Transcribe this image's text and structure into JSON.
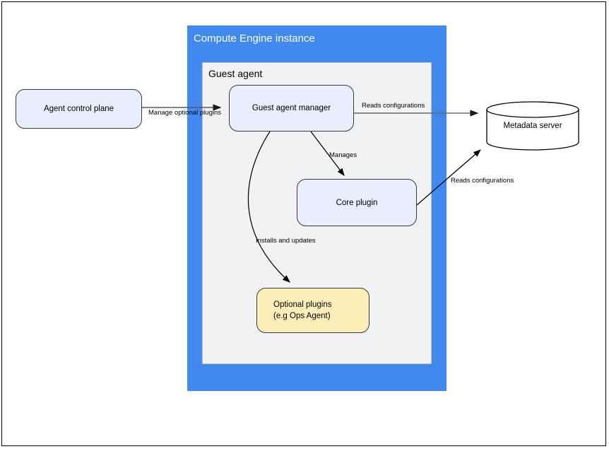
{
  "diagram": {
    "title_visible": false,
    "containers": [
      {
        "id": "compute-engine-instance",
        "label": "Compute Engine instance",
        "color": "#4189ef",
        "text_color": "#ffffff"
      },
      {
        "id": "guest-agent",
        "label": "Guest agent",
        "color": "#f1f2f3",
        "text_color": "#000000"
      }
    ],
    "nodes": [
      {
        "id": "agent-control-plane",
        "label": "Agent control plane",
        "shape": "rounded-rect",
        "fill": "#e8eefc",
        "stroke": "#3a3a3a"
      },
      {
        "id": "guest-agent-manager",
        "label": "Guest agent manager",
        "shape": "rounded-rect",
        "fill": "#e8eefc",
        "stroke": "#3a3a3a"
      },
      {
        "id": "core-plugin",
        "label": "Core plugin",
        "shape": "rounded-rect",
        "fill": "#e8eefc",
        "stroke": "#3a3a3a"
      },
      {
        "id": "optional-plugins",
        "label_line1": "Optional plugins",
        "label_line2": "(e.g  Ops Agent)",
        "shape": "rounded-rect",
        "fill": "#fceeb9",
        "stroke": "#3a3a3a"
      },
      {
        "id": "metadata-server",
        "label": "Metadata server",
        "shape": "cylinder",
        "fill": "#ffffff",
        "stroke": "#000000"
      }
    ],
    "edges": [
      {
        "id": "control-plane-to-manager",
        "from": "agent-control-plane",
        "to": "guest-agent-manager",
        "label": "Manage optional plugins",
        "style": "straight",
        "color": "#3a3a3a"
      },
      {
        "id": "manager-to-metadata",
        "from": "guest-agent-manager",
        "to": "metadata-server",
        "label": "Reads configurations",
        "style": "straight",
        "color": "#6a6a6a"
      },
      {
        "id": "manager-to-core-plugin",
        "from": "guest-agent-manager",
        "to": "core-plugin",
        "label": "Manages",
        "style": "straight",
        "color": "#000000"
      },
      {
        "id": "manager-to-optional-plugins",
        "from": "guest-agent-manager",
        "to": "optional-plugins",
        "label": "Installs and updates",
        "style": "curved",
        "color": "#000000"
      },
      {
        "id": "core-plugin-to-metadata",
        "from": "core-plugin",
        "to": "metadata-server",
        "label": "Reads configurations",
        "style": "straight",
        "color": "#000000"
      }
    ]
  }
}
